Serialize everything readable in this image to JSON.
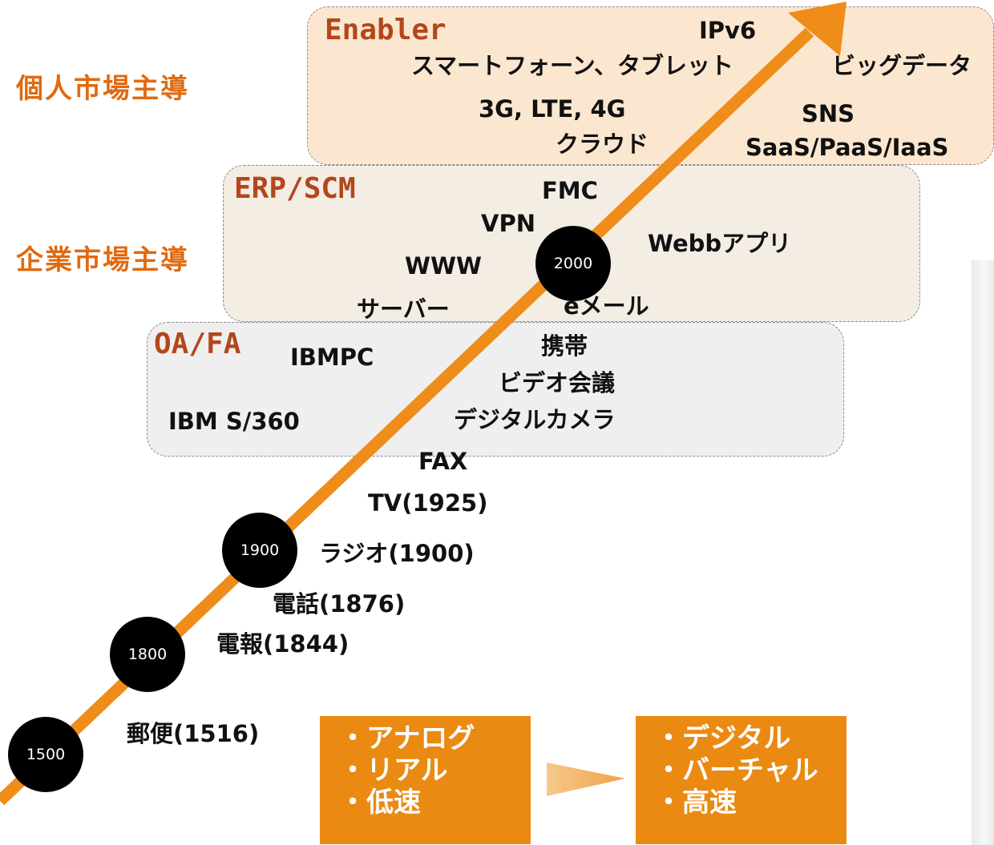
{
  "colors": {
    "arrow": "#ef8c1a",
    "market_label": "#e06a10",
    "panel_title": "#b3471b",
    "box_fill": "#ea8a12",
    "enabler_panel": "#fbe7cf",
    "erp_panel": "#f3ede4",
    "oa_panel": "#efefef"
  },
  "market_labels": {
    "personal": "個人市場主導",
    "enterprise": "企業市場主導"
  },
  "panels": {
    "enabler": {
      "title": "Enabler",
      "items": [
        "IPv6",
        "スマートフォーン、タブレット",
        "ビッグデータ",
        "3G, LTE, 4G",
        "SNS",
        "クラウド",
        "SaaS/PaaS/IaaS"
      ]
    },
    "erp": {
      "title": "ERP/SCM",
      "items": [
        "FMC",
        "VPN",
        "Webbアプリ",
        "WWW",
        "サーバー",
        "eメール"
      ]
    },
    "oa": {
      "title": "OA/FA",
      "items": [
        "携帯",
        "IBMPC",
        "ビデオ会議",
        "IBM S/360",
        "デジタルカメラ"
      ]
    }
  },
  "timeline_items": [
    "FAX",
    "TV(1925)",
    "ラジオ(1900)",
    "電話(1876)",
    "電報(1844)",
    "郵便(1516)"
  ],
  "milestones": [
    "1500",
    "1800",
    "1900",
    "2000"
  ],
  "transition": {
    "from": [
      "・アナログ",
      "・リアル",
      "・低速"
    ],
    "to": [
      "・デジタル",
      "・バーチャル",
      "・高速"
    ]
  }
}
